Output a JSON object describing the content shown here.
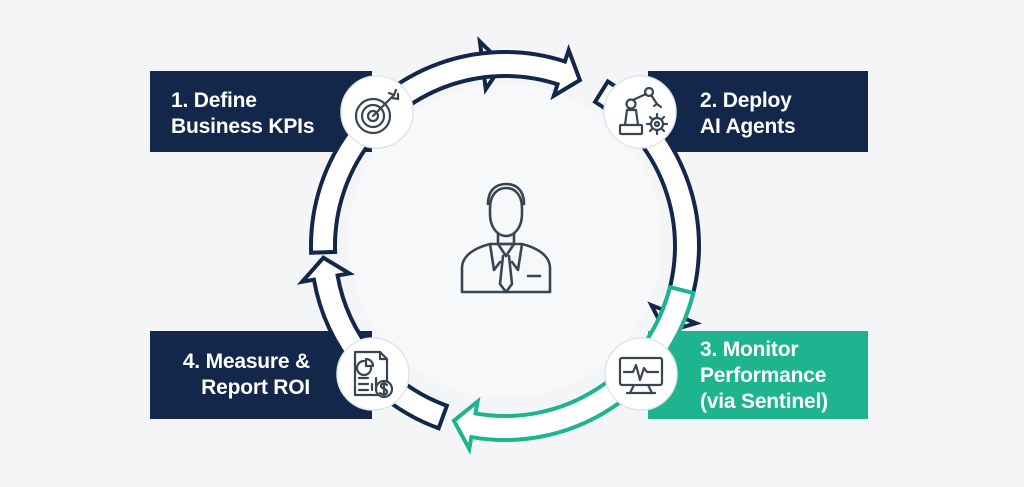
{
  "diagram": {
    "type": "cycle",
    "colors": {
      "navy": "#12274a",
      "teal": "#1db48f",
      "background": "#f3f5f7",
      "circle_fill": "#ffffff",
      "icon_stroke": "#3a4554"
    },
    "center_icon": "business-person-icon",
    "steps": [
      {
        "id": "define",
        "line1": "1. Define",
        "line2": "Business KPIs",
        "line3": "",
        "icon": "target-icon",
        "color": "#12274a"
      },
      {
        "id": "deploy",
        "line1": "2. Deploy",
        "line2": "AI Agents",
        "line3": "",
        "icon": "robot-arm-gear-icon",
        "color": "#12274a"
      },
      {
        "id": "monitor",
        "line1": "3. Monitor",
        "line2": "Performance",
        "line3": "(via Sentinel)",
        "icon": "monitor-pulse-icon",
        "color": "#1db48f"
      },
      {
        "id": "measure",
        "line1": "4. Measure &",
        "line2": "Report ROI",
        "line3": "",
        "icon": "report-dollar-icon",
        "color": "#12274a"
      }
    ]
  }
}
